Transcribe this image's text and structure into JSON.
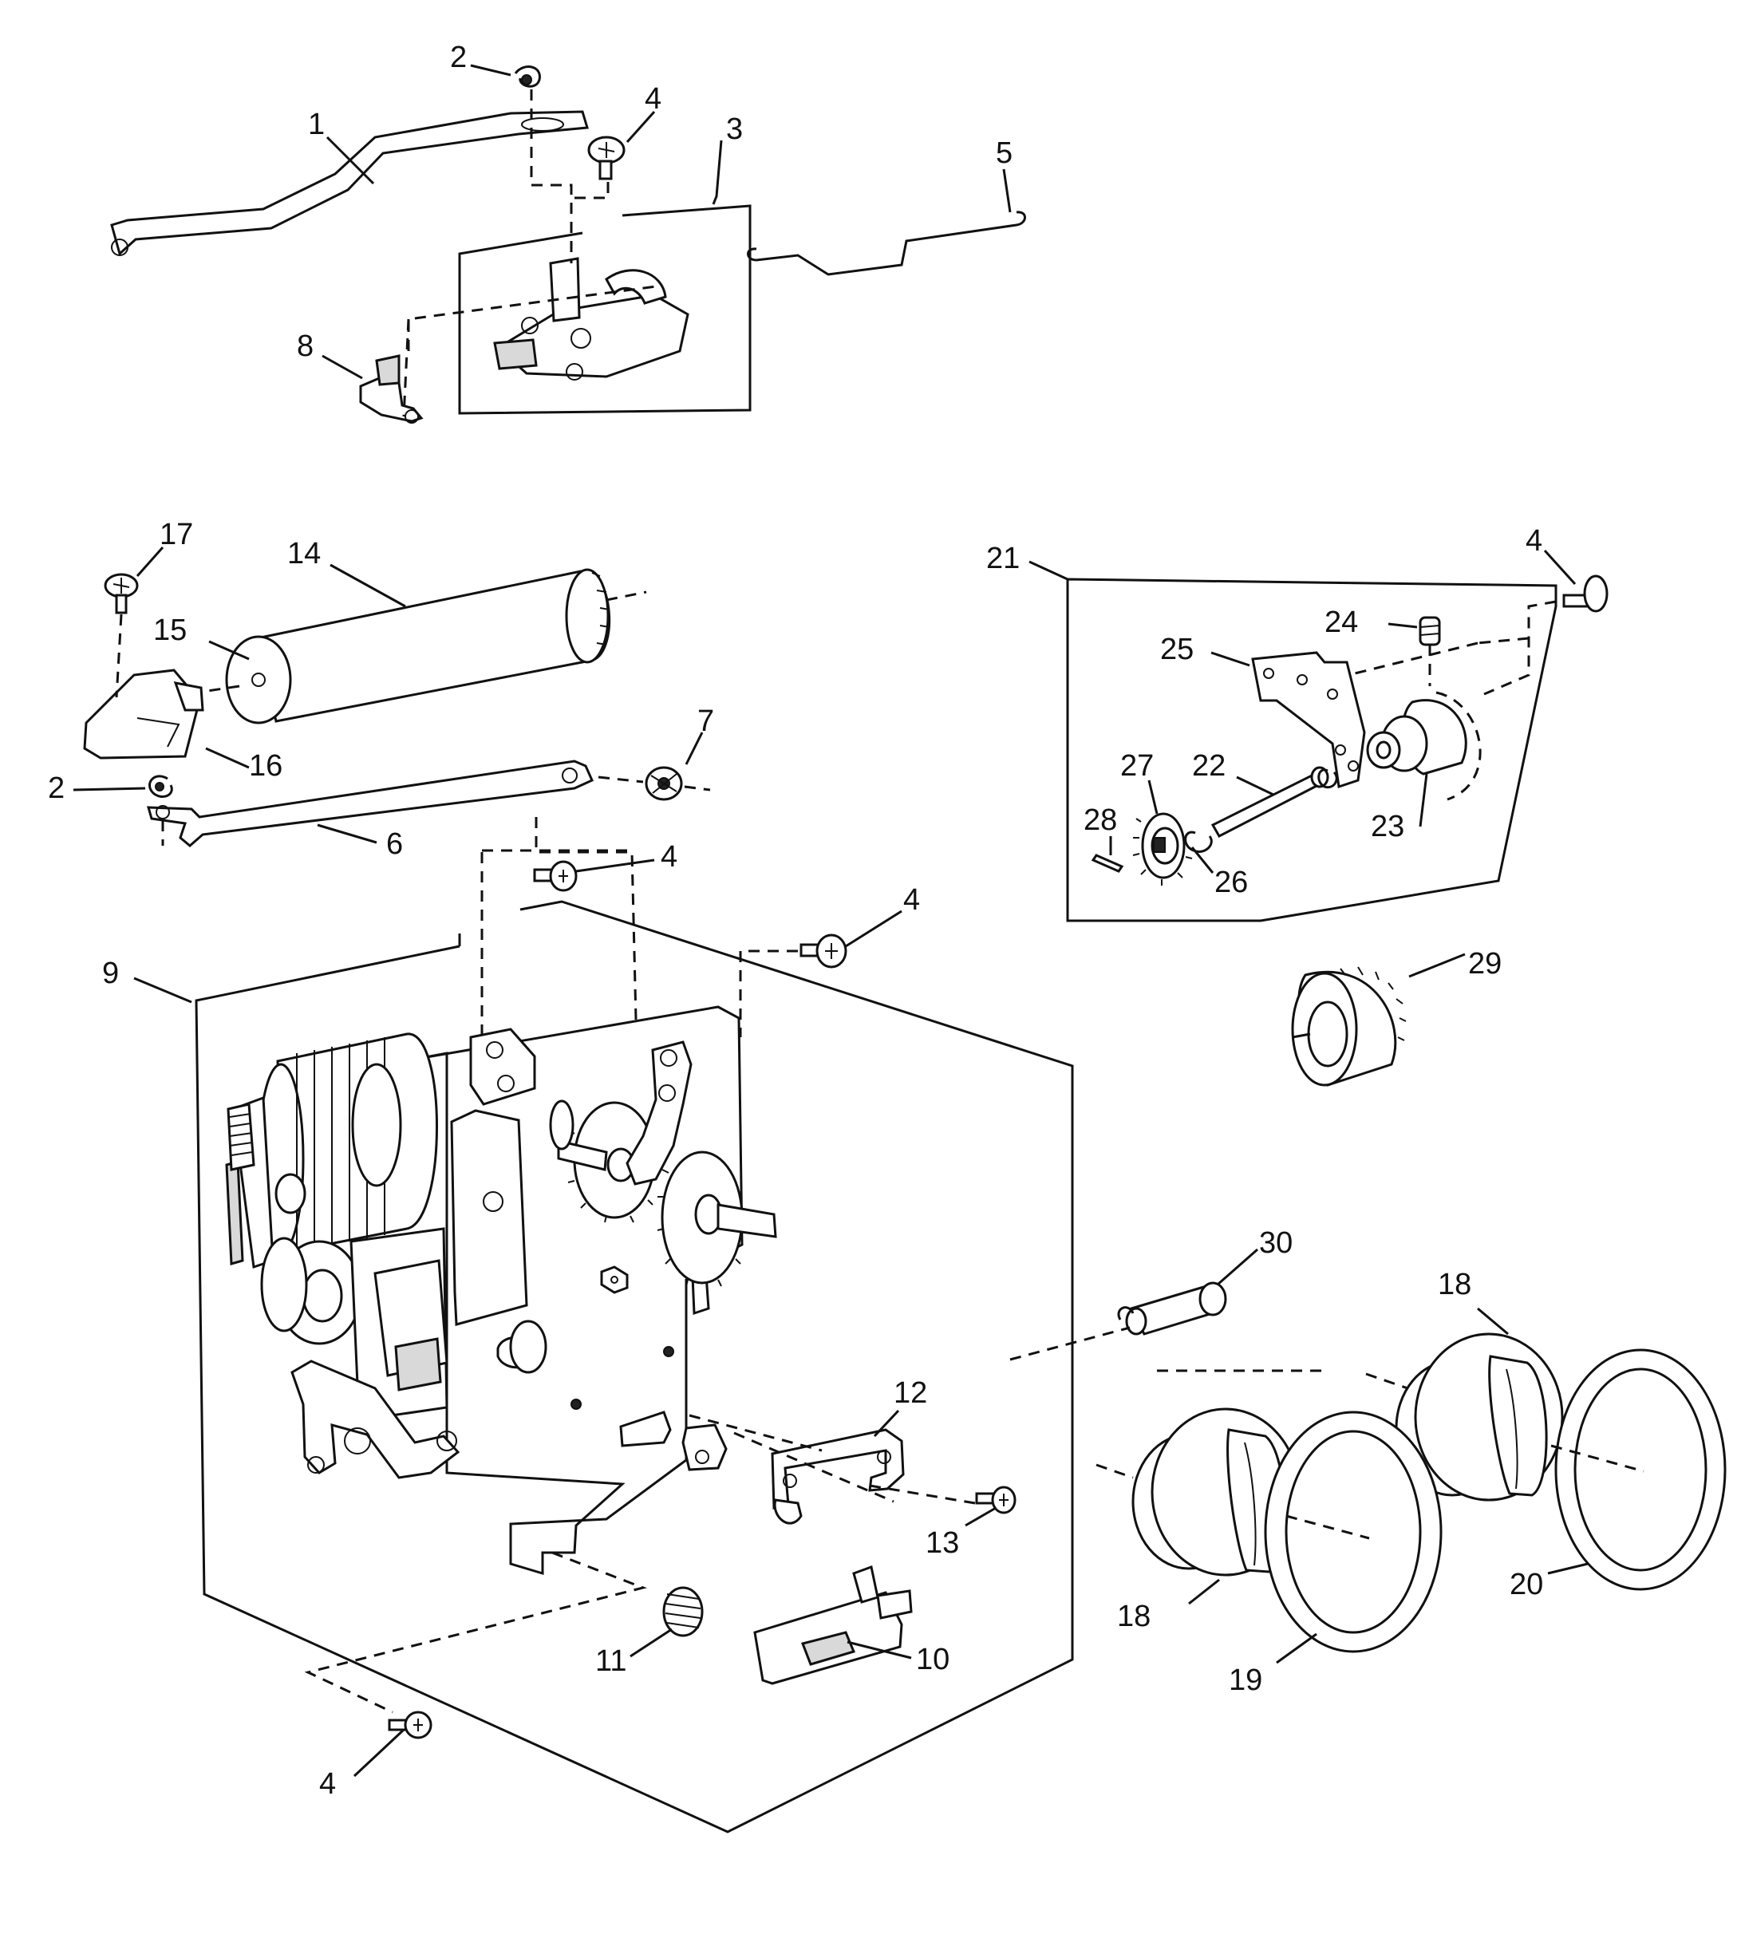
{
  "callouts": [
    {
      "id": "c1",
      "text": "1"
    },
    {
      "id": "c2a",
      "text": "2"
    },
    {
      "id": "c3",
      "text": "3"
    },
    {
      "id": "c4a",
      "text": "4"
    },
    {
      "id": "c5",
      "text": "5"
    },
    {
      "id": "c8",
      "text": "8"
    },
    {
      "id": "c17",
      "text": "17"
    },
    {
      "id": "c14",
      "text": "14"
    },
    {
      "id": "c15",
      "text": "15"
    },
    {
      "id": "c16",
      "text": "16"
    },
    {
      "id": "c2b",
      "text": "2"
    },
    {
      "id": "c7",
      "text": "7"
    },
    {
      "id": "c6",
      "text": "6"
    },
    {
      "id": "c4b",
      "text": "4"
    },
    {
      "id": "c4c",
      "text": "4"
    },
    {
      "id": "c9",
      "text": "9"
    },
    {
      "id": "c21",
      "text": "21"
    },
    {
      "id": "c4d",
      "text": "4"
    },
    {
      "id": "c24",
      "text": "24"
    },
    {
      "id": "c25",
      "text": "25"
    },
    {
      "id": "c27",
      "text": "27"
    },
    {
      "id": "c22",
      "text": "22"
    },
    {
      "id": "c28",
      "text": "28"
    },
    {
      "id": "c23",
      "text": "23"
    },
    {
      "id": "c26",
      "text": "26"
    },
    {
      "id": "c29",
      "text": "29"
    },
    {
      "id": "c30",
      "text": "30"
    },
    {
      "id": "c18a",
      "text": "18"
    },
    {
      "id": "c12",
      "text": "12"
    },
    {
      "id": "c13",
      "text": "13"
    },
    {
      "id": "c18b",
      "text": "18"
    },
    {
      "id": "c20",
      "text": "20"
    },
    {
      "id": "c19",
      "text": "19"
    },
    {
      "id": "c11",
      "text": "11"
    },
    {
      "id": "c10",
      "text": "10"
    },
    {
      "id": "c4e",
      "text": "4"
    }
  ]
}
